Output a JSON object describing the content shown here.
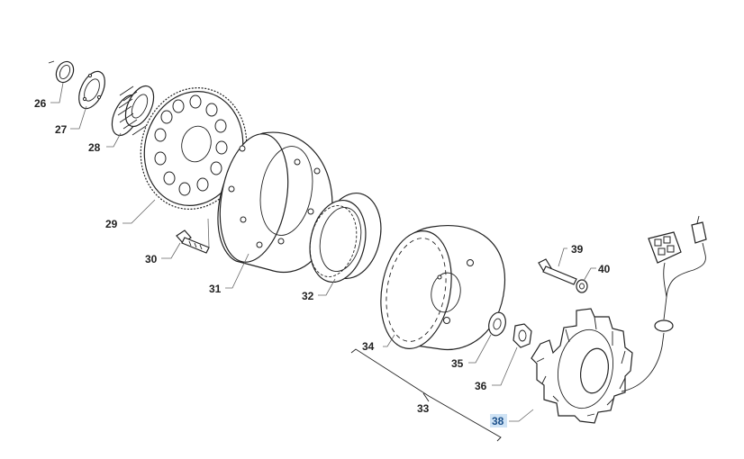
{
  "diagram": {
    "callouts": [
      {
        "id": "c26",
        "text": "26"
      },
      {
        "id": "c27",
        "text": "27"
      },
      {
        "id": "c28",
        "text": "28"
      },
      {
        "id": "c29",
        "text": "29"
      },
      {
        "id": "c30",
        "text": "30"
      },
      {
        "id": "c31",
        "text": "31"
      },
      {
        "id": "c32",
        "text": "32"
      },
      {
        "id": "c33",
        "text": "33"
      },
      {
        "id": "c34",
        "text": "34"
      },
      {
        "id": "c35",
        "text": "35"
      },
      {
        "id": "c36",
        "text": "36"
      },
      {
        "id": "c38",
        "text": "38",
        "highlighted": true
      },
      {
        "id": "c39",
        "text": "39"
      },
      {
        "id": "c40",
        "text": "40"
      }
    ],
    "colors": {
      "line": "#222222",
      "leader": "#666666",
      "highlight": "#cfe3f5",
      "highlight_text": "#1a4f8a"
    }
  }
}
